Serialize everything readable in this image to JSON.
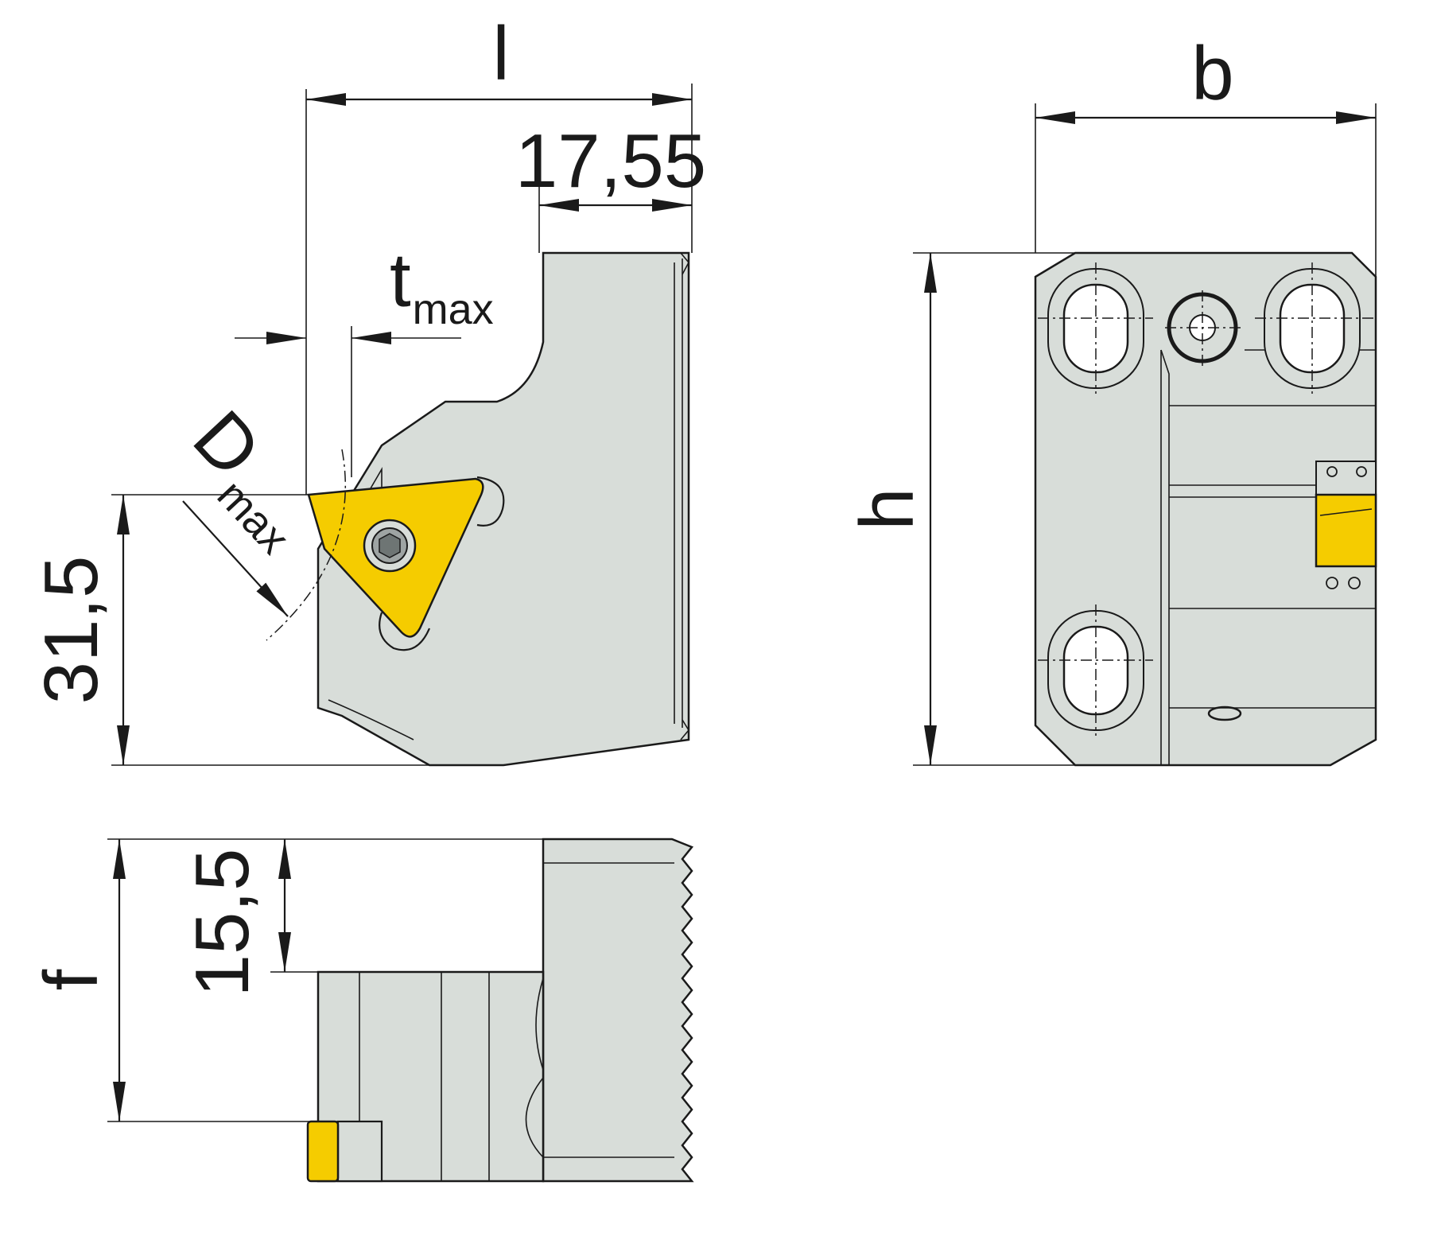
{
  "colors": {
    "body": "#d8ddd9",
    "insert": "#f5cc00",
    "line": "#1a1a1a",
    "background": "#ffffff"
  },
  "labels": {
    "l": "l",
    "dim_17_55": "17,55",
    "t": "t",
    "t_sub": "max",
    "D": "D",
    "D_sub": "max",
    "dim_31_5": "31,5",
    "b": "b",
    "h": "h",
    "f": "f",
    "dim_15_5": "15,5"
  }
}
